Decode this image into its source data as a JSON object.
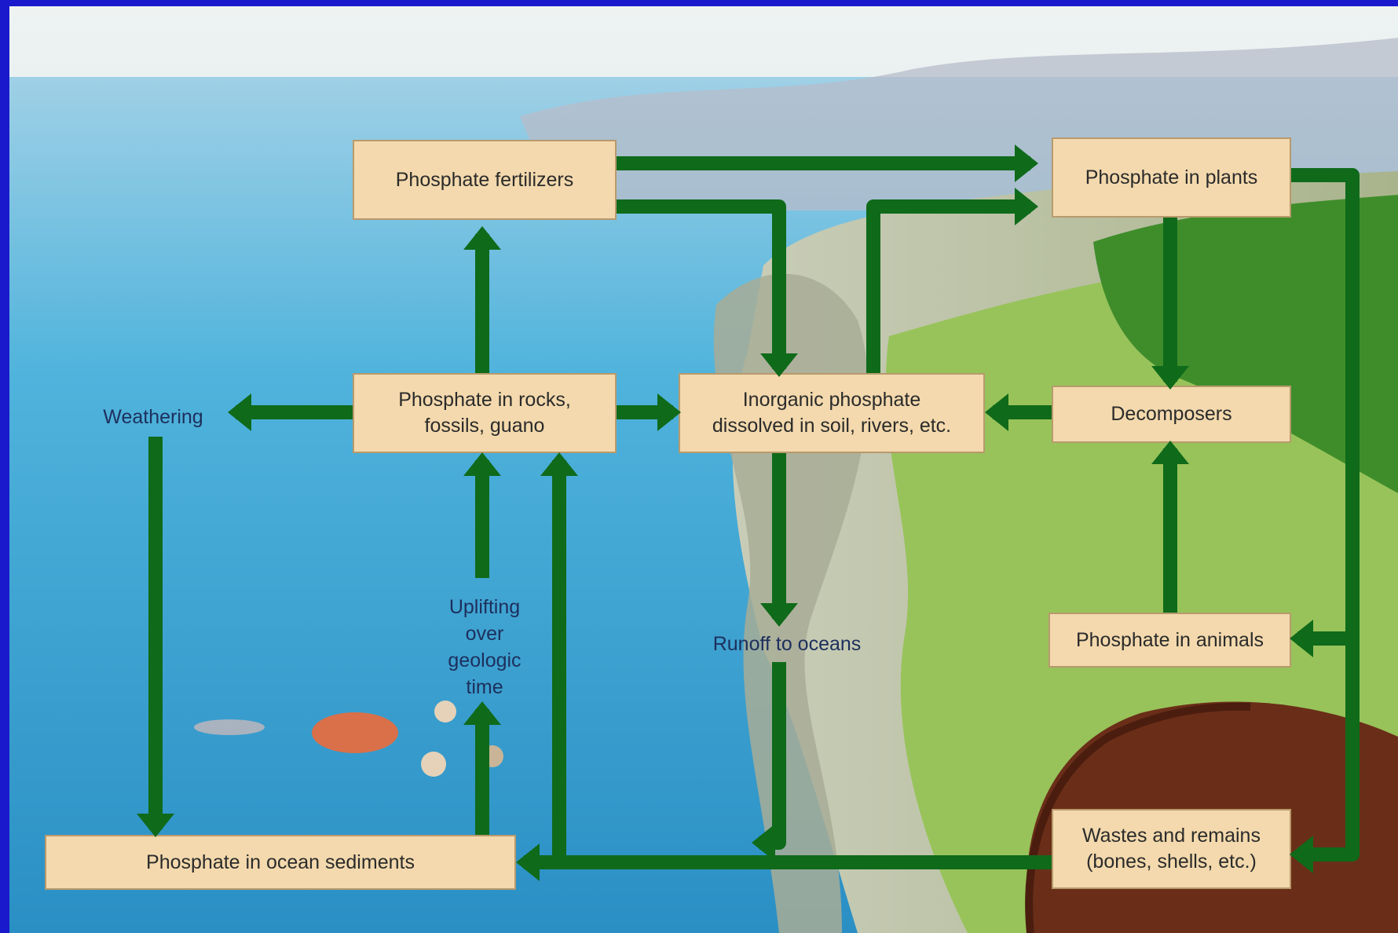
{
  "colors": {
    "frame": "#1a1acc",
    "arrow": "#0f6a1a",
    "box_fill": "#f3d9ad",
    "ocean": "#3aa8d6",
    "land": "#8fbf4a",
    "soil": "#6a2e18"
  },
  "boxes": {
    "fertilizers": "Phosphate fertilizers",
    "plants": "Phosphate in plants",
    "rocks": "Phosphate in rocks,\nfossils, guano",
    "inorganic": "Inorganic phosphate\ndissolved in soil, rivers, etc.",
    "decomposers": "Decomposers",
    "animals": "Phosphate in animals",
    "wastes": "Wastes and remains\n(bones, shells, etc.)",
    "sediments": "Phosphate in ocean sediments"
  },
  "labels": {
    "weathering": "Weathering",
    "uplifting": "Uplifting\nover\ngeologic\ntime",
    "runoff": "Runoff to oceans"
  }
}
